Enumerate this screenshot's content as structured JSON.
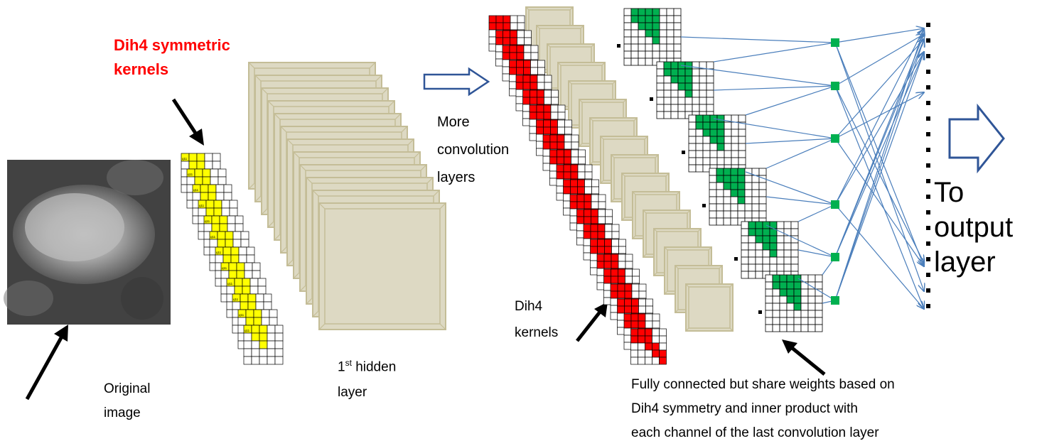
{
  "labels": {
    "kernel_title_line1": "Dih4 symmetric",
    "kernel_title_line2": "kernels",
    "original_line1": "Original",
    "original_line2": "image",
    "hidden_sup": "st",
    "hidden_line1_prefix": "1",
    "hidden_line1_suffix": " hidden",
    "hidden_line2": "layer",
    "more_line1": "More",
    "more_line2": "convolution",
    "more_line3": "layers",
    "dih4_line1": "Dih4",
    "dih4_line2": "kernels",
    "fc_line1": "Fully connected but share weights based on",
    "fc_line2": "Dih4  symmetry and inner product with",
    "fc_line3": "each channel of the last convolution layer",
    "output_line1": "To",
    "output_line2": "output",
    "output_line3": "layer"
  },
  "kernel_cell_labels": [
    "q11",
    "q12",
    "q13",
    "q12",
    "q11"
  ],
  "colors": {
    "title_red": "#ff0000",
    "kernel_yellow": "#ffff00",
    "kernel_red": "#ff0000",
    "feature_map_fill": "#ddd9c3",
    "feature_map_border": "#c4bd97",
    "fc_green": "#00b050",
    "connection_blue": "#4a7ebb",
    "arrow_outline": "#2f5597"
  }
}
